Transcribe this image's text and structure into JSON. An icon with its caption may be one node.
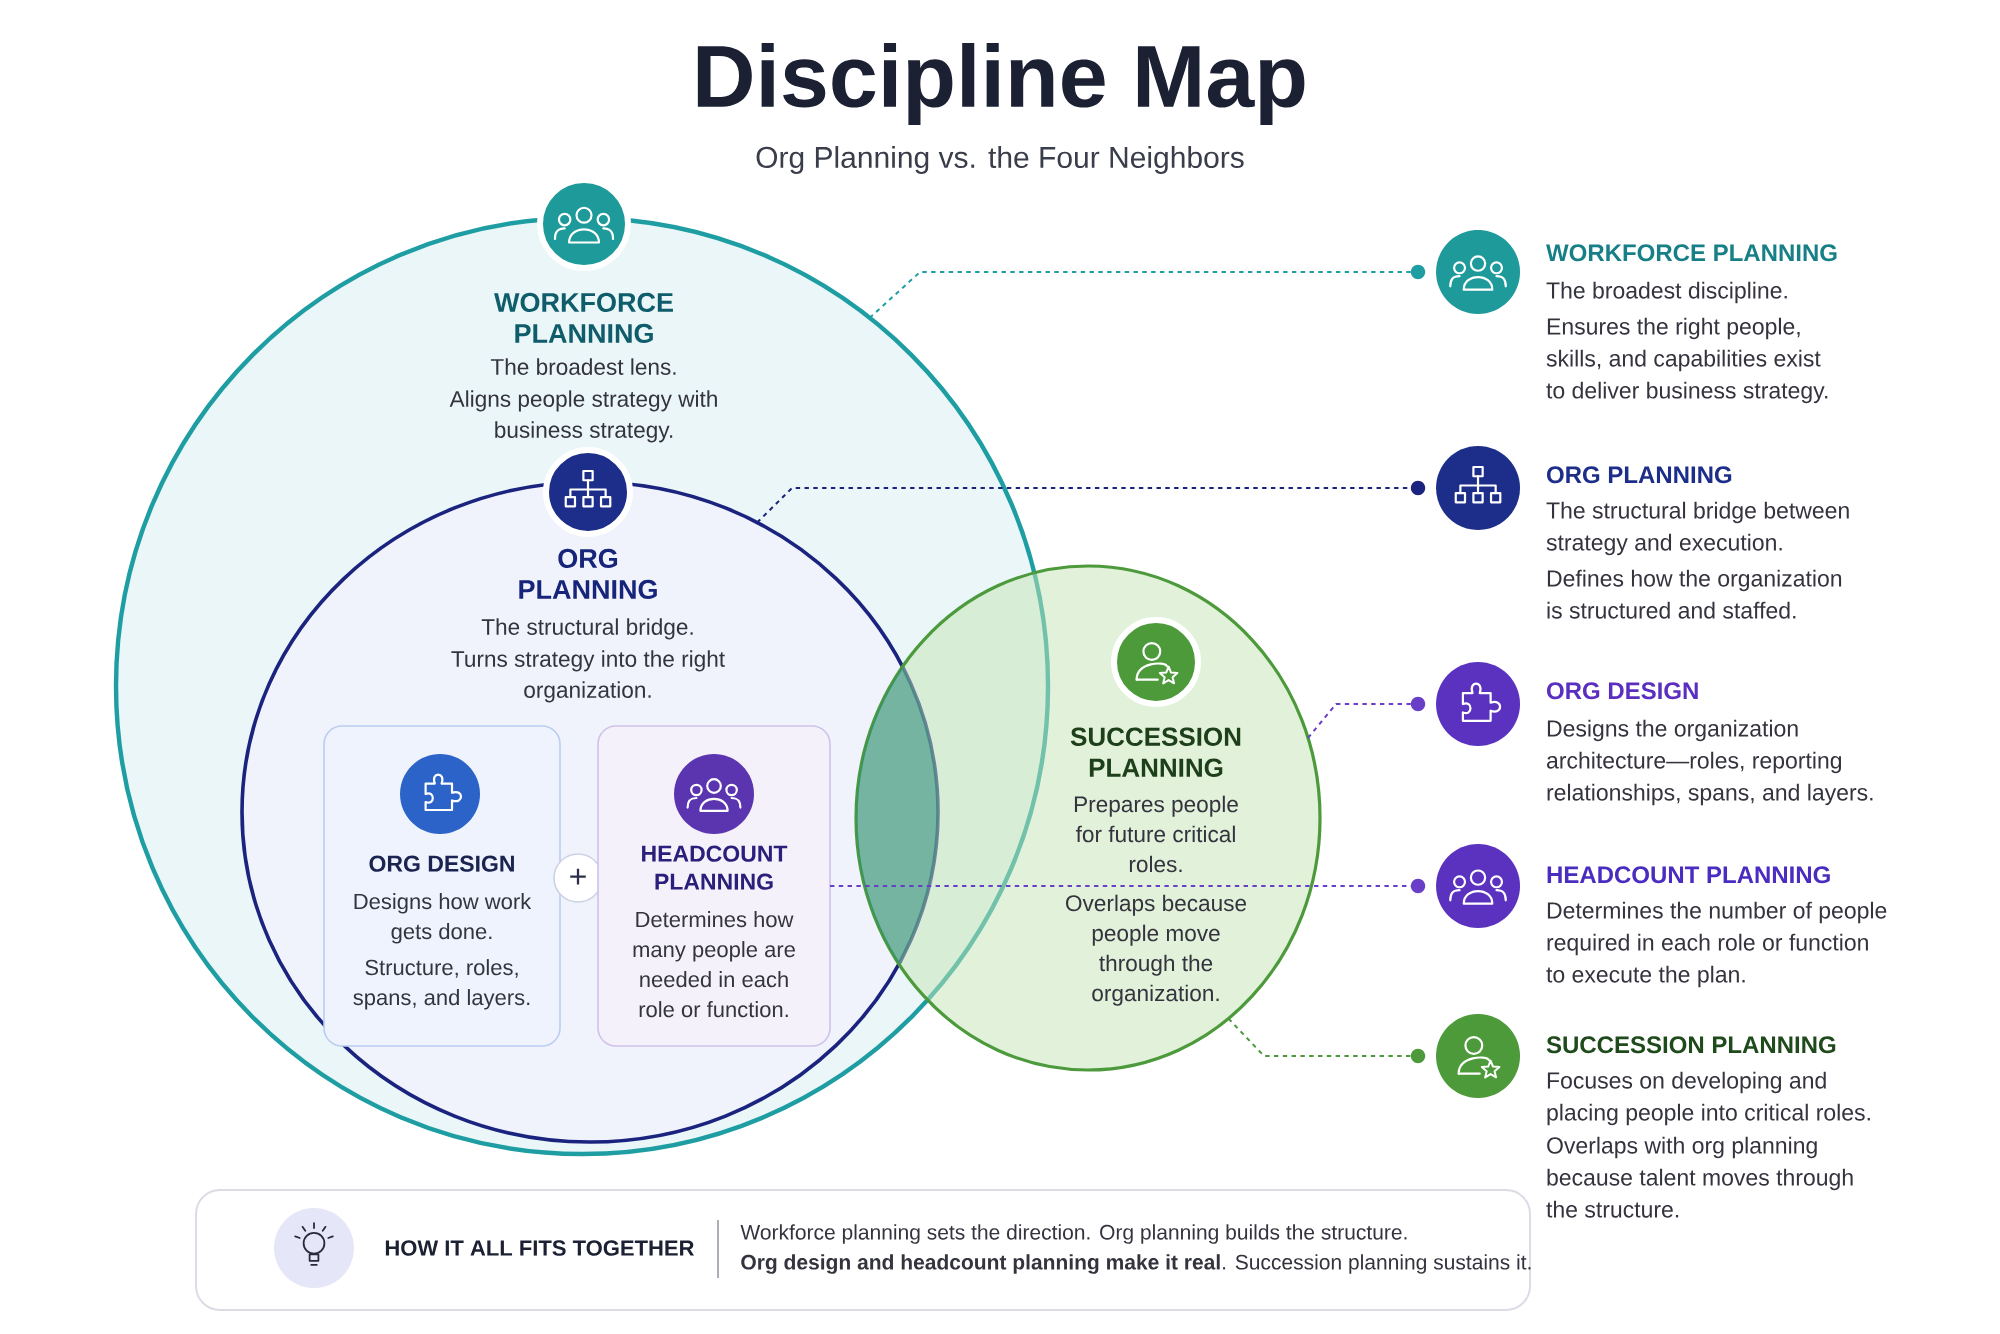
{
  "diagram": {
    "title": "Discipline Map",
    "nodes": [
      {
        "text": [
          "WORKFORCE PLANNING",
          "The broadest lens.",
          "Aligns people strategy with business strategy."
        ]
      },
      {
        "text": [
          "ORG PLANNING",
          "The structural bridge.",
          "Turns strategy into the right organization."
        ],
        "in": 0
      },
      {
        "text": [
          "ORG DESIGN",
          "Designs how work gets done.",
          "Structure, roles, spans, and layers."
        ],
        "in": 1
      },
      {
        "text": [
          "+"
        ],
        "in": 1
      },
      {
        "text": [
          "HEADCOUNT PLANNING",
          "Determines how many people are needed in each role or function."
        ],
        "in": 1
      },
      {
        "text": [
          "SUCCESSION PLANNING",
          "Prepares people for future critical roles.",
          "Overlaps because people move through the organization."
        ]
      },
      {
        "text": [
          "WORKFORCE PLANNING",
          "The broadest discipline.",
          "Ensures the right people, skills, and capabilities exist to deliver business strategy."
        ]
      },
      {
        "text": [
          "ORG PLANNING",
          "The structural bridge between strategy and execution.",
          "Defines how the organization is structured and staffed."
        ]
      },
      {
        "text": [
          "ORG DESIGN",
          "Designs the organization architecture—roles, reporting relationships, spans, and layers."
        ]
      },
      {
        "text": [
          "HEADCOUNT PLANNING",
          "Determines the number of people required in each role or function to execute the plan."
        ]
      },
      {
        "text": [
          "SUCCESSION PLANNING",
          "Focuses on developing and placing people into critical roles.",
          "Overlaps with org planning because talent moves through the structure."
        ]
      },
      {
        "text": [
          "HOW IT ALL FITS TOGETHER",
          "Workforce planning sets the direction. Org planning builds the structure.",
          "**Org design and headcount planning make it real**. Succession planning sustains it."
        ]
      }
    ],
    "edges": [
      {
        "from": 0,
        "to": 6,
        "arrow": "other",
        "style": "dashed",
        "color": "#1e9ea3"
      },
      {
        "from": 1,
        "to": 7,
        "arrow": "other",
        "style": "dashed",
        "color": "#1a237e"
      },
      {
        "from": 5,
        "to": 8,
        "arrow": "other",
        "style": "dashed",
        "color": "#6a3fc8"
      },
      {
        "from": 4,
        "to": 9,
        "arrow": "other",
        "style": "dashed",
        "color": "#6a3fc8"
      },
      {
        "from": 5,
        "to": 10,
        "arrow": "other",
        "style": "dashed",
        "color": "#4c9a3c"
      }
    ],
    "labels": [
      "Org Planning vs. the Four Neighbors"
    ]
  }
}
